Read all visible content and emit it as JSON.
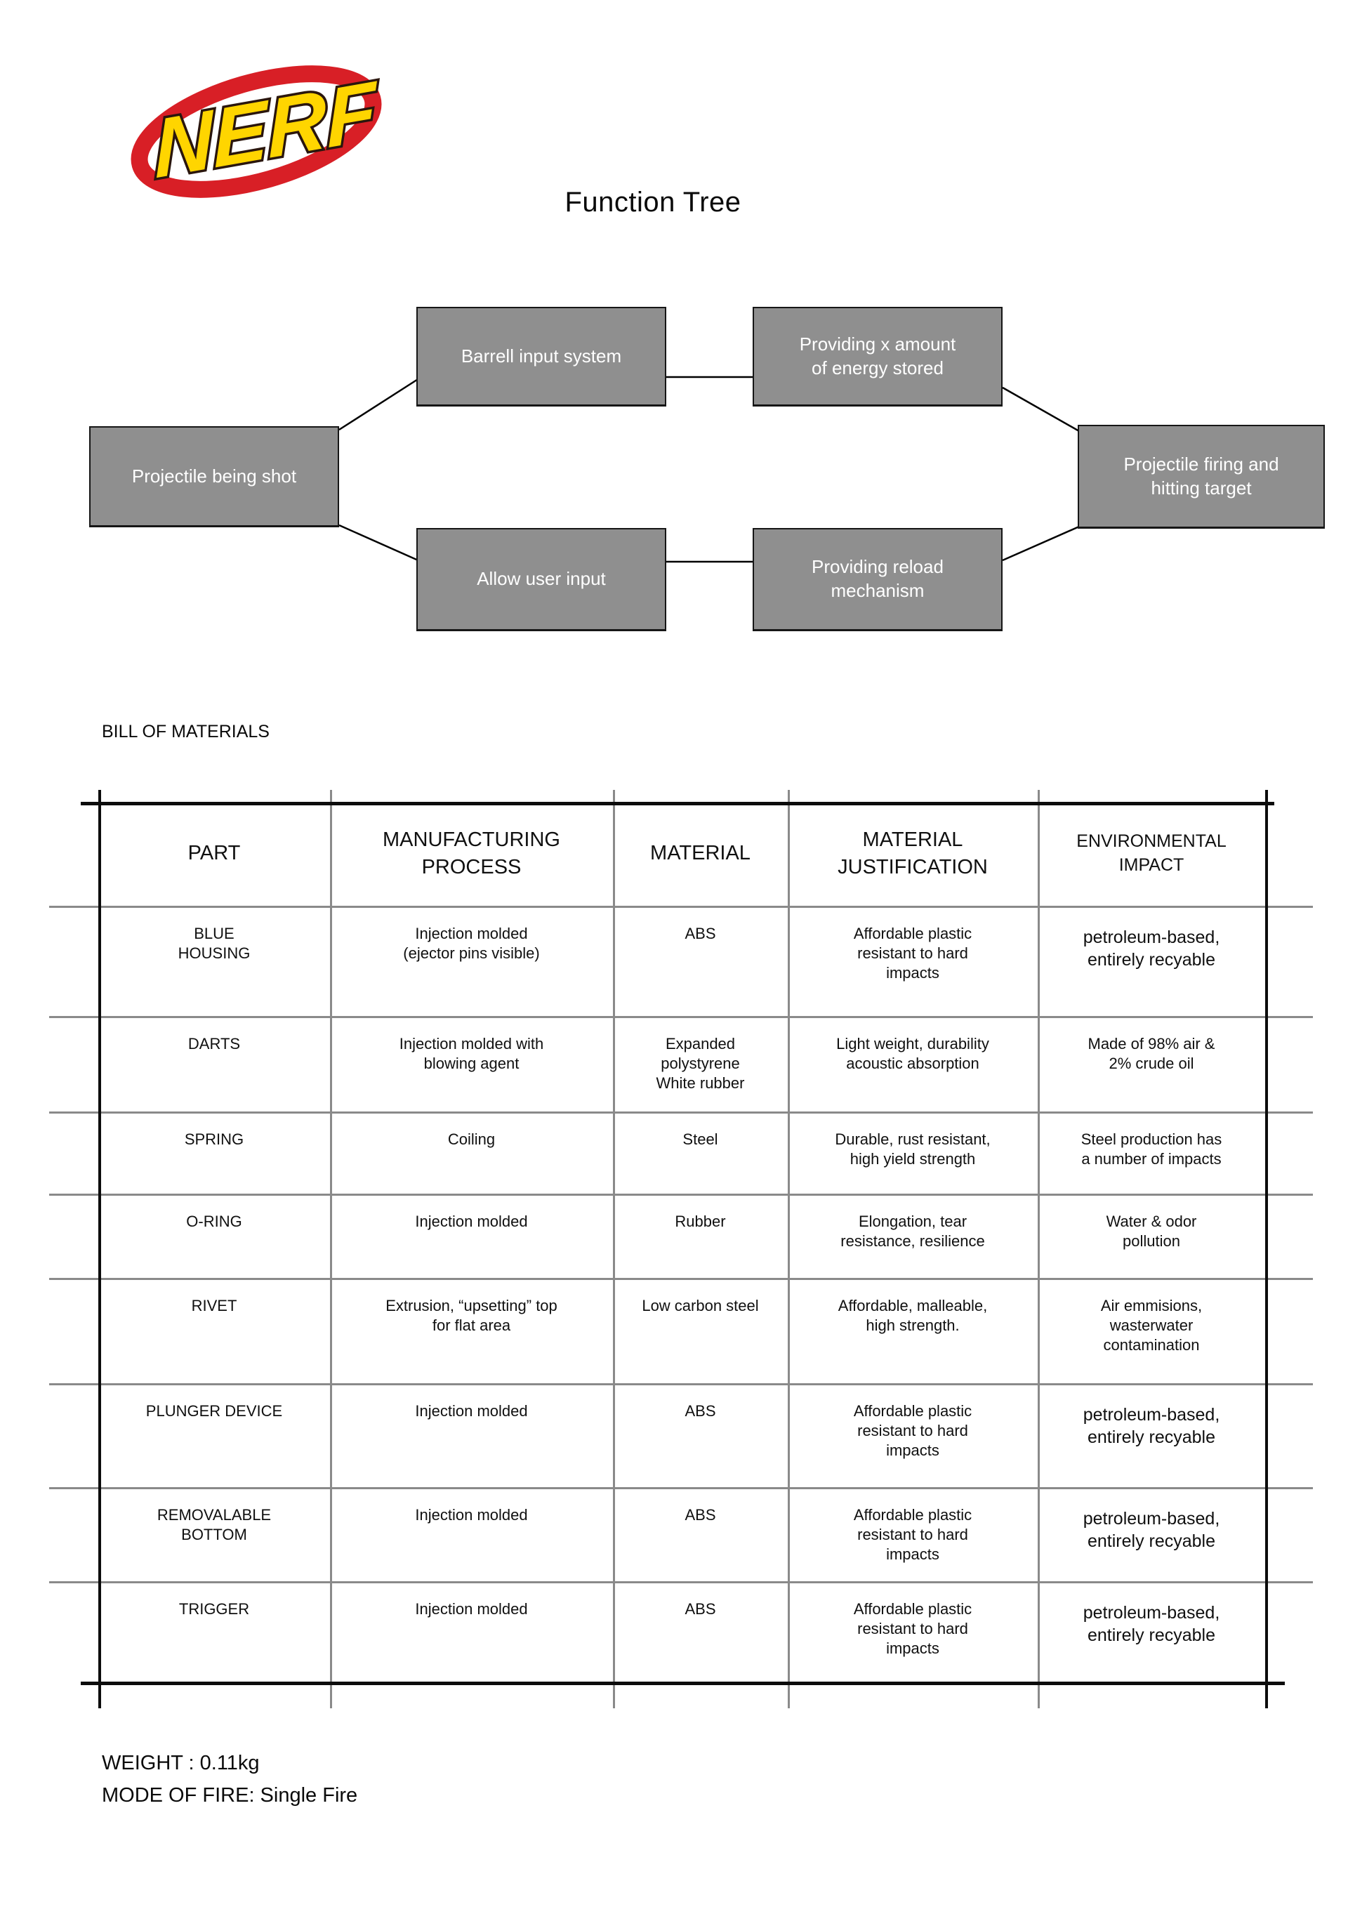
{
  "logo": {
    "text": "NERF"
  },
  "title": "Function Tree",
  "colors": {
    "node_fill": "#8f8f8f",
    "logo_red": "#d81f26",
    "logo_yellow": "#ffd500",
    "table_gray_line": "#8a8a8a"
  },
  "diagram": {
    "nodes": [
      {
        "id": "projectile-being-shot",
        "label": "Projectile being shot"
      },
      {
        "id": "barrell-input-system",
        "label": "Barrell input system"
      },
      {
        "id": "providing-energy-stored",
        "label": "Providing x amount\nof energy stored"
      },
      {
        "id": "projectile-firing-hitting-target",
        "label": "Projectile firing and\nhitting target"
      },
      {
        "id": "allow-user-input",
        "label": "Allow user input"
      },
      {
        "id": "providing-reload-mechanism",
        "label": "Providing reload\nmechanism"
      }
    ]
  },
  "bom": {
    "heading": "BILL OF MATERIALS",
    "columns": [
      "PART",
      "MANUFACTURING\nPROCESS",
      "MATERIAL",
      "MATERIAL\nJUSTIFICATION",
      "ENVIRONMENTAL\nIMPACT"
    ],
    "rows": [
      {
        "part": "BLUE\nHOUSING",
        "process": "Injection molded\n(ejector pins visible)",
        "material": "ABS",
        "justification": "Affordable plastic\nresistant to hard\nimpacts",
        "impact": "petroleum-based,\nentirely recyable",
        "emphasis": true
      },
      {
        "part": "DARTS",
        "process": "Injection molded with\nblowing agent",
        "material": "Expanded\npolystyrene\nWhite rubber",
        "justification": "Light weight, durability\nacoustic absorption",
        "impact": "Made of 98% air &\n2% crude oil",
        "emphasis": false
      },
      {
        "part": "SPRING",
        "process": "Coiling",
        "material": "Steel",
        "justification": "Durable, rust resistant,\nhigh yield strength",
        "impact": "Steel production has\na number of impacts",
        "emphasis": false
      },
      {
        "part": "O-RING",
        "process": "Injection molded",
        "material": "Rubber",
        "justification": "Elongation, tear\nresistance, resilience",
        "impact": "Water & odor\npollution",
        "emphasis": false
      },
      {
        "part": "RIVET",
        "process": "Extrusion, “upsetting” top\nfor flat area",
        "material": "Low carbon steel",
        "justification": "Affordable, malleable,\nhigh strength.",
        "impact": "Air emmisions,\nwasterwater\ncontamination",
        "emphasis": false
      },
      {
        "part": "PLUNGER DEVICE",
        "process": "Injection molded",
        "material": "ABS",
        "justification": "Affordable plastic\nresistant to hard\nimpacts",
        "impact": "petroleum-based,\nentirely recyable",
        "emphasis": true
      },
      {
        "part": "REMOVALABLE\nBOTTOM",
        "process": "Injection molded",
        "material": "ABS",
        "justification": "Affordable plastic\nresistant to hard\nimpacts",
        "impact": "petroleum-based,\nentirely recyable",
        "emphasis": true
      },
      {
        "part": "TRIGGER",
        "process": "Injection molded",
        "material": "ABS",
        "justification": "Affordable plastic\nresistant to hard\nimpacts",
        "impact": "petroleum-based,\nentirely recyable",
        "emphasis": true
      }
    ]
  },
  "footer": {
    "weight": "WEIGHT : 0.11kg",
    "mode": "MODE OF FIRE: Single Fire"
  }
}
